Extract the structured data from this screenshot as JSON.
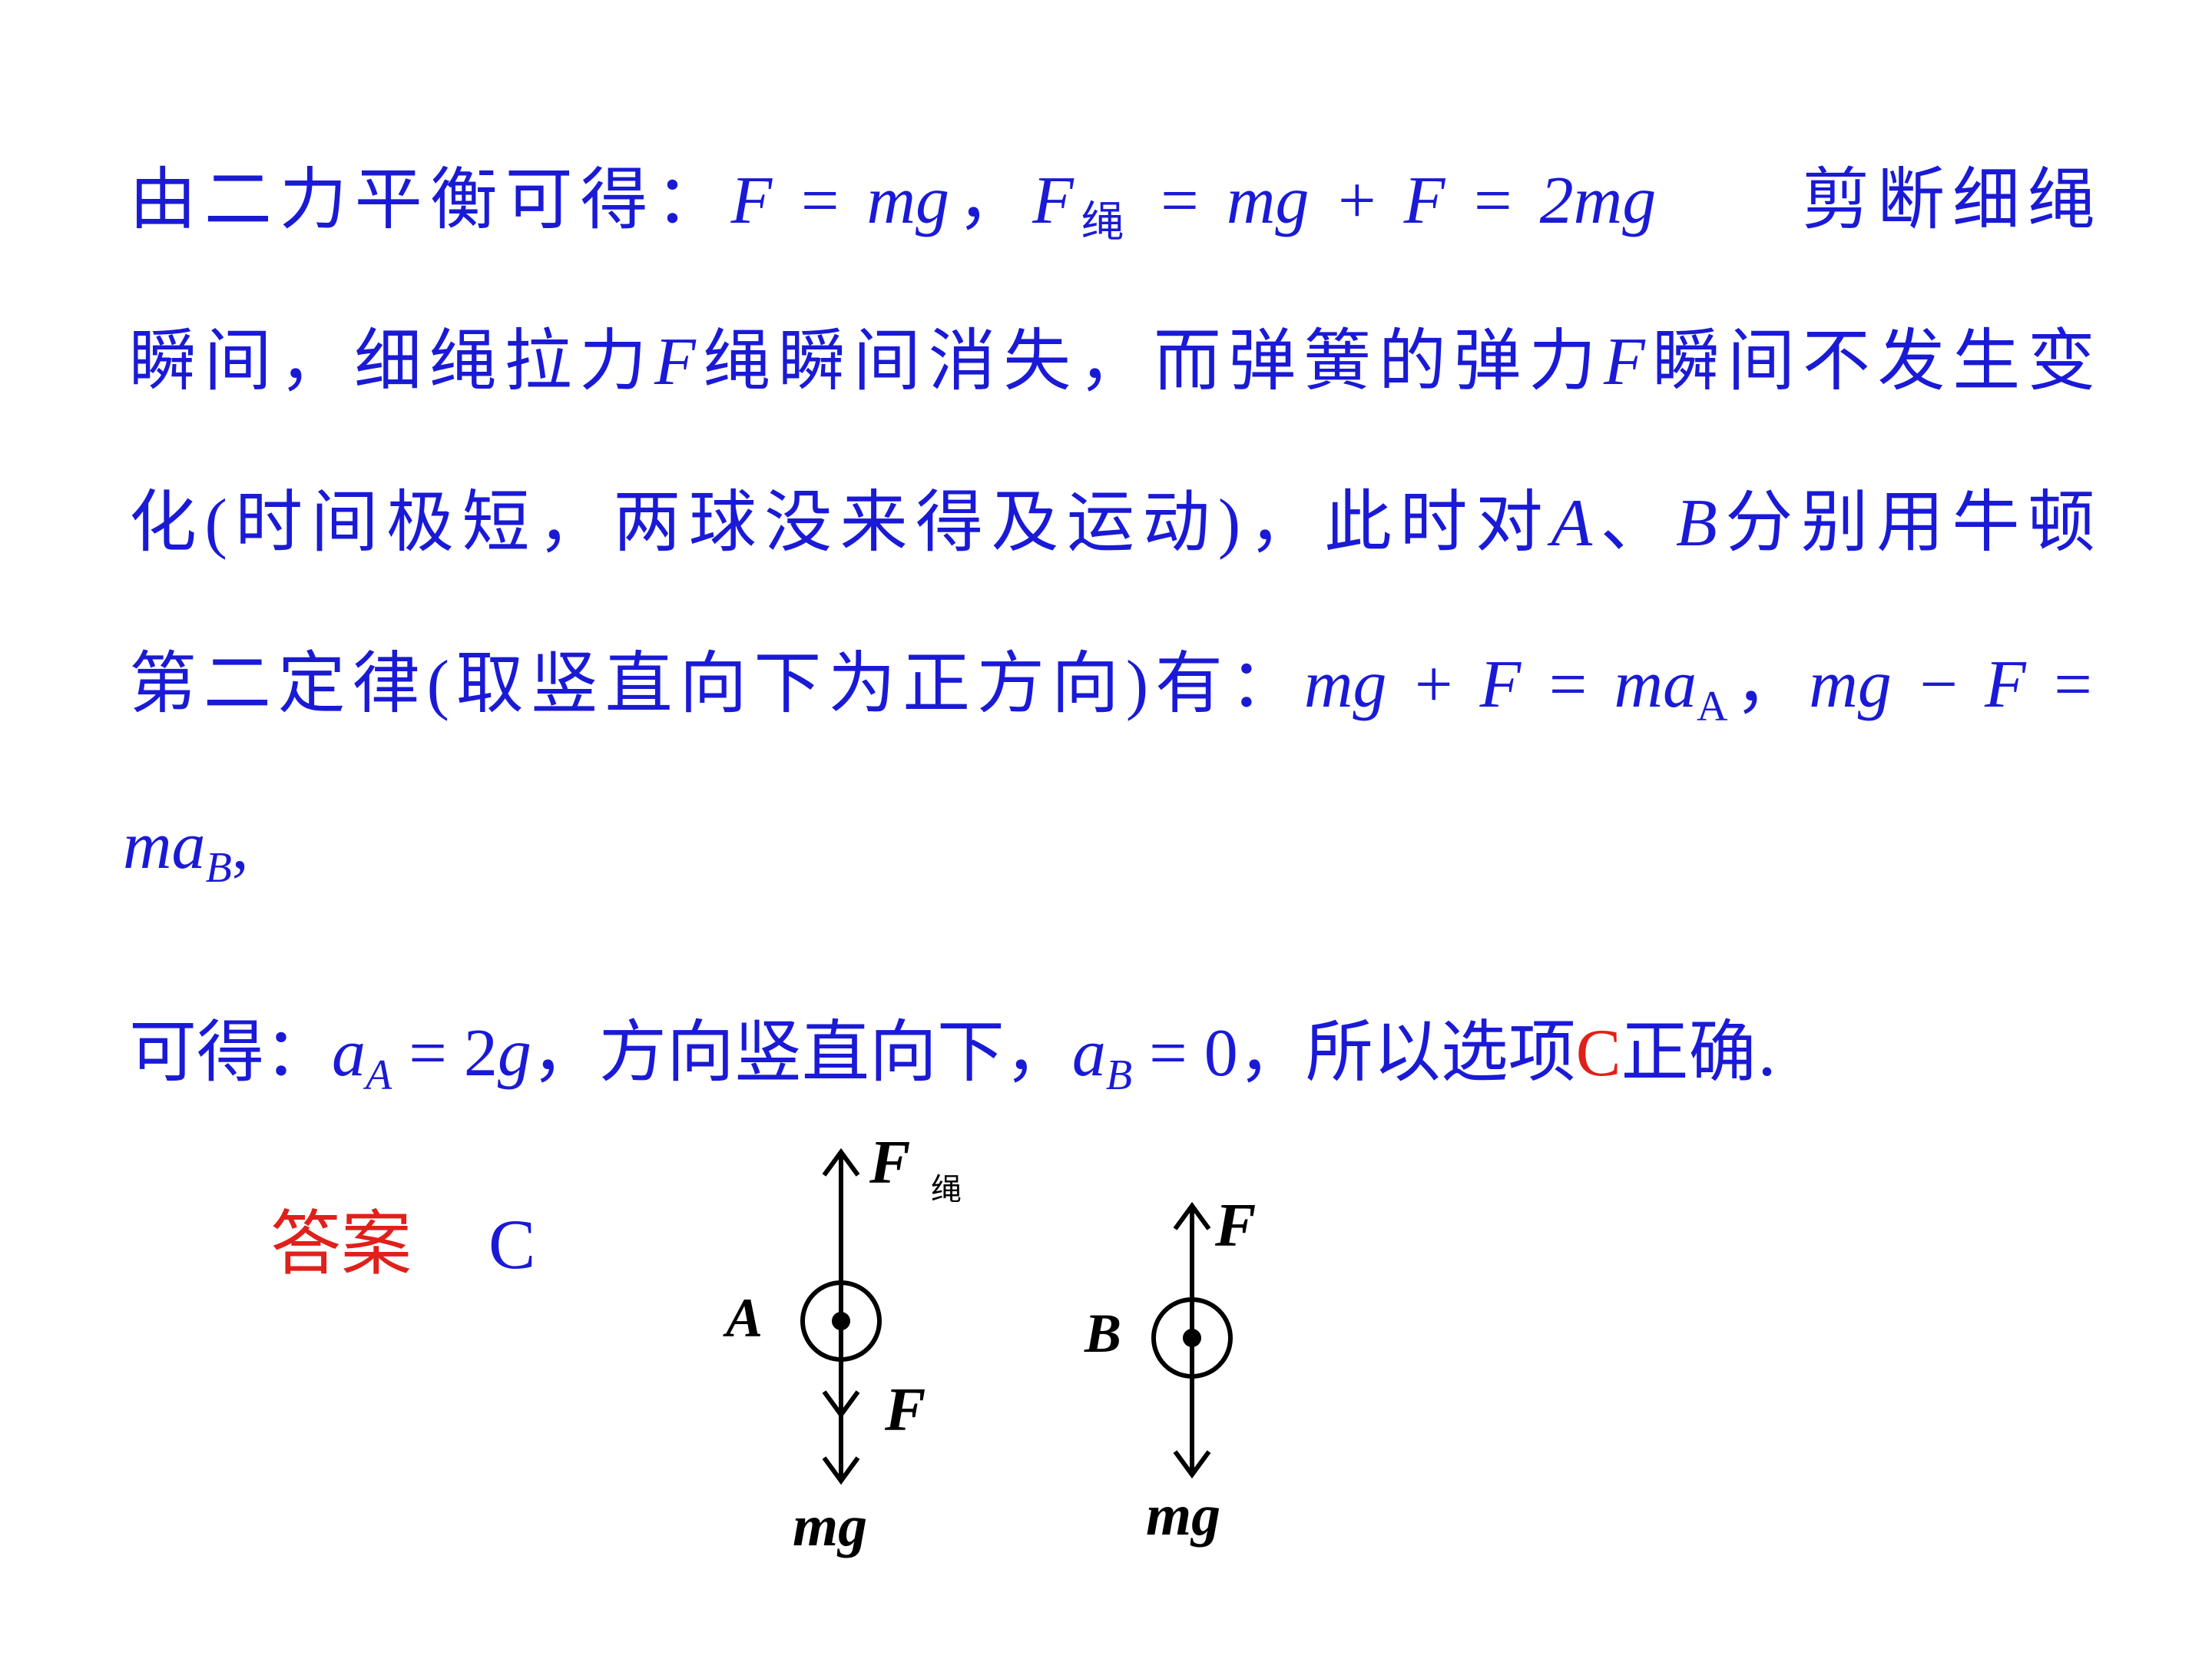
{
  "line1": {
    "lead": "由二力平衡可得：",
    "eq1": "F = mg",
    "sep": "，",
    "f": "F",
    "sub_rope": "绳",
    "eq2": " = mg + F = 2mg",
    "tail": "剪断细绳"
  },
  "line2": {
    "a": "瞬间，细绳拉力",
    "f1": "F",
    "b": "绳瞬间消失，而弹簧的弹力",
    "f2": "F",
    "c": "瞬间不发生变"
  },
  "line3": {
    "a": "化",
    "p1": "(",
    "b": "时间极短，两球没来得及运动",
    "p2": ")",
    "c": "，此时对",
    "A": "A",
    "d": "、",
    "B": "B",
    "e": "分别用牛顿"
  },
  "line4": {
    "a": "第二定律",
    "p1": "(",
    "b": "取竖直向下为正方向",
    "p2": ")",
    "c": "有：",
    "eq1": "mg + F = ma",
    "sub1": "A",
    "sep": "，",
    "eq2": "mg − F ="
  },
  "line5": {
    "ma": "ma",
    "sub": "B",
    "comma": ","
  },
  "line6": {
    "a": "可得：",
    "a1": "a",
    "s1": "A",
    "v1": " = 2",
    "g": "g",
    "b": "，方向竖直向下，",
    "a2": "a",
    "s2": "B",
    "v2": " = 0",
    "c": "，所以选项",
    "opt": "C",
    "d": "正确."
  },
  "answer": {
    "label": "答案",
    "value": "C"
  },
  "diagram": {
    "ball_a_label": "A",
    "ball_b_label": "B",
    "f_rope": "F",
    "f_rope_sub": "绳",
    "f_a": "F",
    "mg_a": "mg",
    "f_b": "F",
    "mg_b": "mg"
  }
}
